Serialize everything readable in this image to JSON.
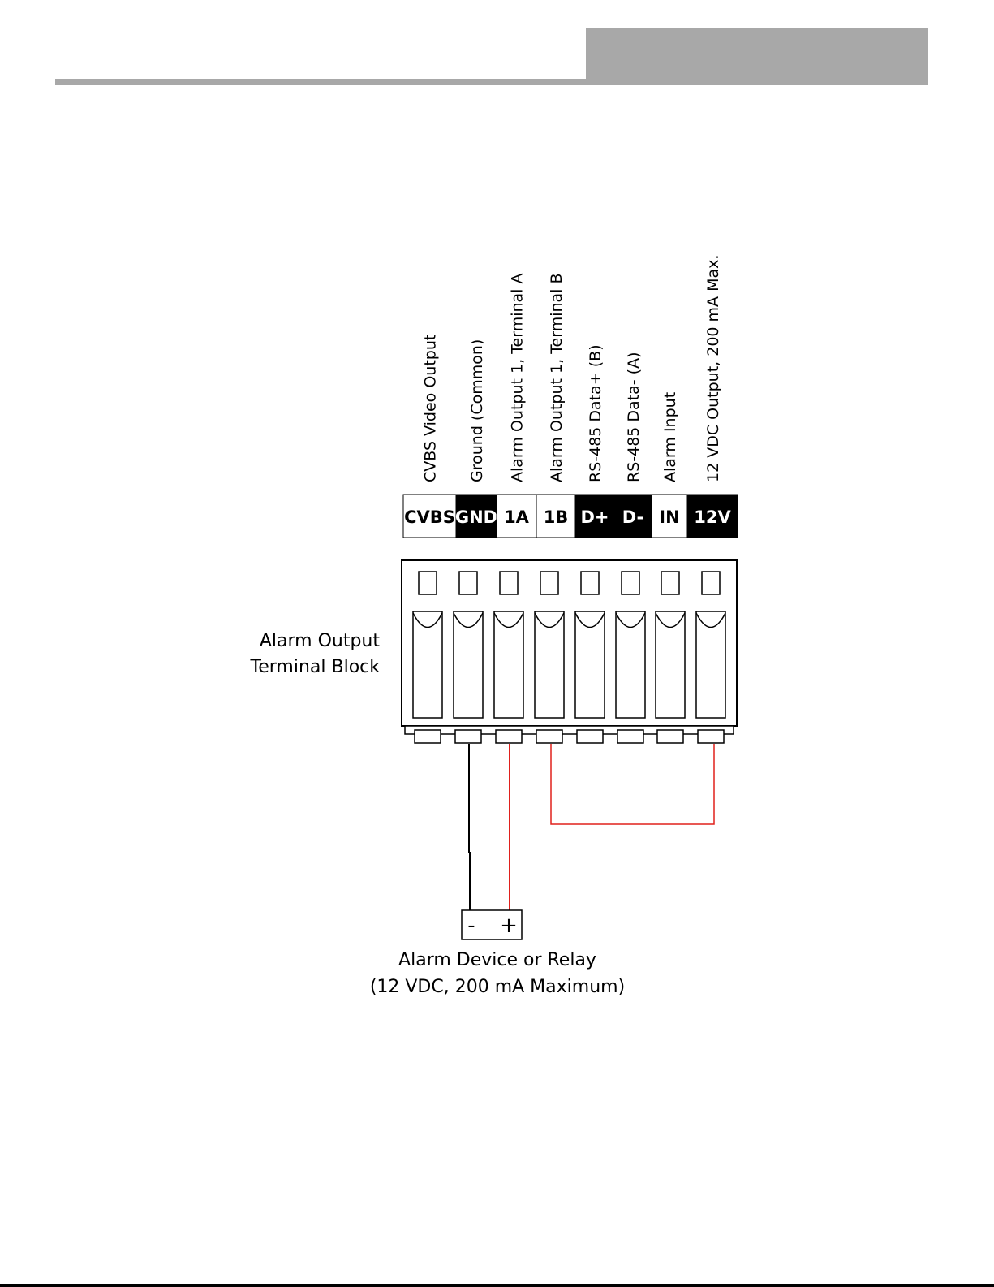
{
  "pins": [
    {
      "code": "CVBS",
      "description": "CVBS Video Output",
      "inverted": false
    },
    {
      "code": "GND",
      "description": "Ground (Common)",
      "inverted": true
    },
    {
      "code": "1A",
      "description": "Alarm Output 1, Terminal A",
      "inverted": false
    },
    {
      "code": "1B",
      "description": "Alarm Output 1, Terminal B",
      "inverted": false
    },
    {
      "code": "D+",
      "description": "RS-485 Data+ (B)",
      "inverted": true
    },
    {
      "code": "D-",
      "description": "RS-485 Data- (A)",
      "inverted": true
    },
    {
      "code": "IN",
      "description": "Alarm Input",
      "inverted": false
    },
    {
      "code": "12V",
      "description": "12 VDC Output, 200 mA Max.",
      "inverted": true
    }
  ],
  "terminal_block": {
    "label_line1": "Alarm Output",
    "label_line2": "Terminal Block"
  },
  "device": {
    "minus": "-",
    "plus": "+",
    "label_line1": "Alarm Device or Relay",
    "label_line2": "(12 VDC, 200 mA Maximum)"
  },
  "colors": {
    "wire_positive": "#e0201c",
    "wire_ground": "#000000",
    "header_gray": "#a8a8a8"
  }
}
